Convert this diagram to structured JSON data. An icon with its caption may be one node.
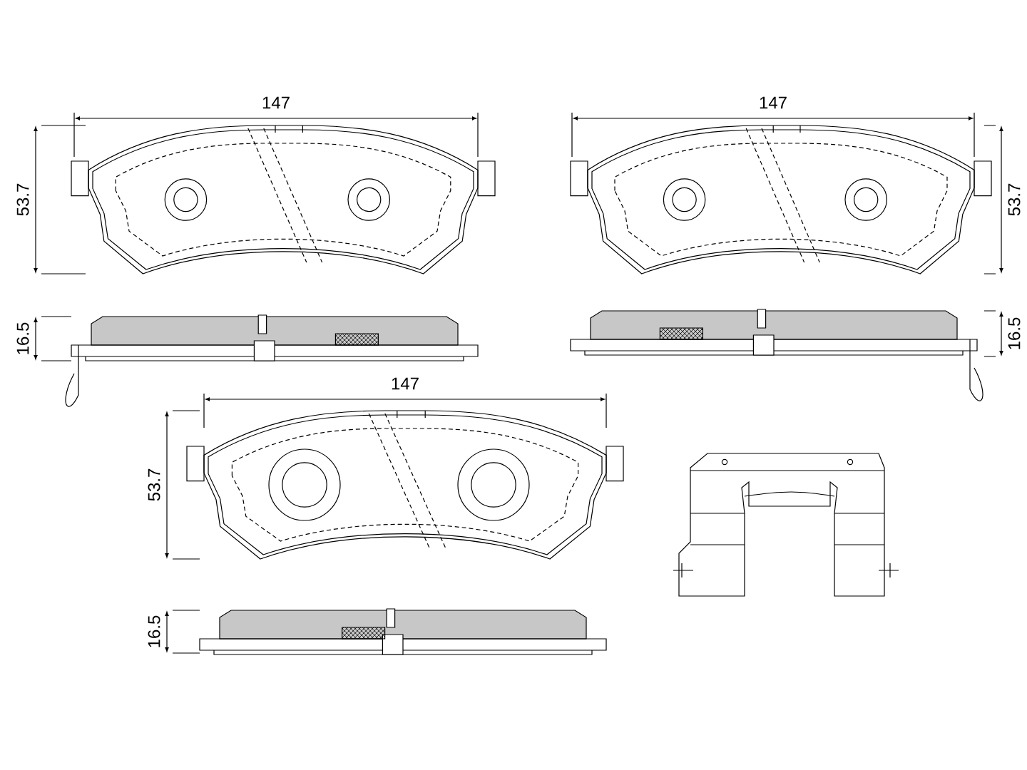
{
  "diagram": {
    "labels": [
      "147",
      "147",
      "53.7",
      "53.7",
      "16.5",
      "16.5",
      "147",
      "53.7",
      "16.5"
    ]
  }
}
